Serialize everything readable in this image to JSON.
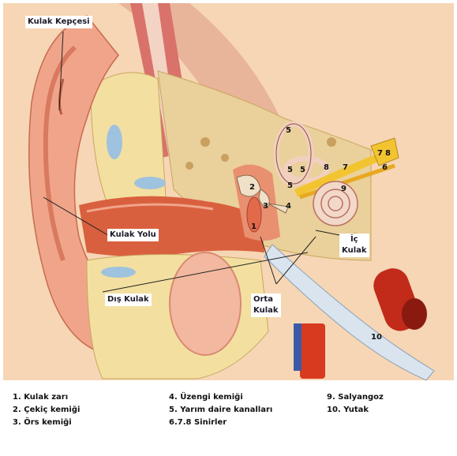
{
  "labels": {
    "kulak_kepcesi": "Kulak Kepçesi",
    "kulak_yolu": "Kulak Yolu",
    "dis_kulak": "Dış Kulak",
    "orta_kulak_1": "Orta",
    "orta_kulak_2": "Kulak",
    "ic_kulak_1": "İç",
    "ic_kulak_2": "Kulak"
  },
  "numbers": {
    "n1": "1",
    "n2": "2",
    "n3": "3",
    "n4": "4",
    "n5a": "5",
    "n5b": "5",
    "n5c": "5",
    "n5d": "5",
    "n6": "6",
    "n7a": "7",
    "n7b": "7",
    "n8a": "8",
    "n8b": "8",
    "n9": "9",
    "n10": "10"
  },
  "legend": {
    "left": [
      "1. Kulak zarı",
      "2. Çekiç kemiği",
      "3. Örs kemiği"
    ],
    "middle": [
      "4. Üzengi kemiği",
      "5. Yarım daire kanalları",
      "6.7.8 Sinirler"
    ],
    "right": [
      "9. Salyangoz",
      "10. Yutak"
    ]
  },
  "colors": {
    "background_skin": "#f6d6b4",
    "auricle": "#f0a58a",
    "fat_tissue": "#f3e0a0",
    "bone": "#ead09a",
    "canal": "#d9603f",
    "blood_vessel": "#c22a1a",
    "nerve": "#f2c430",
    "vein": "#3a5aa8"
  }
}
